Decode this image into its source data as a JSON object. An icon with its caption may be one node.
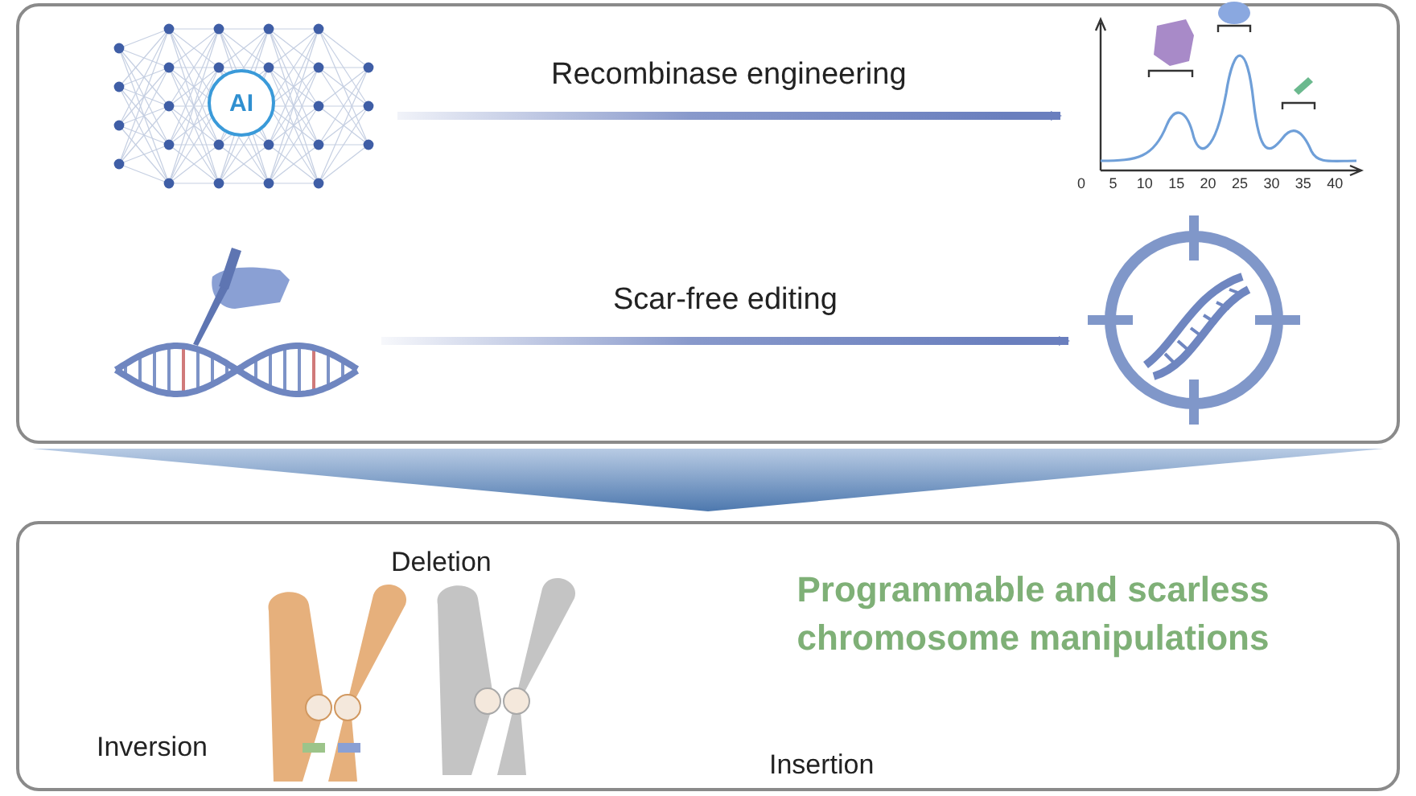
{
  "diagram": {
    "nodes": [
      {
        "text": [],
        "shape": "box"
      },
      {
        "text": [
          "AI"
        ],
        "in": 0
      },
      {
        "text": [],
        "shape": "picture",
        "in": 0
      },
      {
        "text": [],
        "shape": "picture",
        "in": 0
      },
      {
        "text": [],
        "shape": "picture",
        "in": 0
      },
      {
        "text": [
          "Programmable and scarless chromosome manipulations"
        ]
      },
      {
        "text": [],
        "shape": "picture",
        "in": 5
      },
      {
        "text": [],
        "shape": "picture",
        "in": 5
      }
    ],
    "edges": [
      {
        "from": 1,
        "to": 2,
        "arrow": "to",
        "label": "Recombinase engineering"
      },
      {
        "from": 3,
        "to": 4,
        "arrow": "to",
        "label": "Scar-free editing"
      },
      {
        "from": 0,
        "to": 5,
        "arrow": "to",
        "style": "thick"
      }
    ],
    "labels": [
      "0",
      "5",
      "10",
      "15",
      "20",
      "25",
      "30",
      "35",
      "40",
      "Deletion",
      "Inversion",
      "Insertion"
    ]
  }
}
